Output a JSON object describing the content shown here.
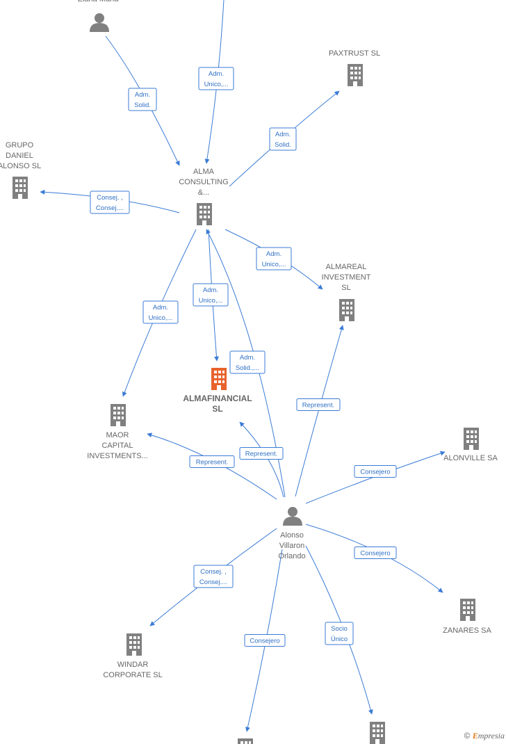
{
  "nodes": [
    {
      "id": "eiana",
      "type": "person",
      "label": [
        "Eiana Maria"
      ]
    },
    {
      "id": "paxtrust",
      "type": "company",
      "label": [
        "PAXTRUST  SL"
      ]
    },
    {
      "id": "grupo",
      "type": "company",
      "label": [
        "GRUPO",
        "DANIEL",
        "ALONSO SL"
      ]
    },
    {
      "id": "alma",
      "type": "company",
      "label": [
        "ALMA",
        "CONSULTING",
        "&..."
      ]
    },
    {
      "id": "almareal",
      "type": "company",
      "label": [
        "ALMAREAL",
        "INVESTMENT",
        "SL"
      ]
    },
    {
      "id": "almafinancial",
      "type": "company",
      "main": true,
      "label": [
        "ALMAFINANCIAL",
        "SL"
      ]
    },
    {
      "id": "maor",
      "type": "company",
      "label": [
        "MAOR",
        "CAPITAL",
        "INVESTMENTS..."
      ]
    },
    {
      "id": "alonville",
      "type": "company",
      "label": [
        "ALONVILLE SA"
      ]
    },
    {
      "id": "alonso",
      "type": "person",
      "label": [
        "Alonso",
        "Villaron",
        "Orlando"
      ]
    },
    {
      "id": "zanares",
      "type": "company",
      "label": [
        "ZANARES SA"
      ]
    },
    {
      "id": "windar",
      "type": "company",
      "label": [
        "WINDAR",
        "CORPORATE  SL"
      ]
    },
    {
      "id": "bottom1",
      "type": "company",
      "label": []
    },
    {
      "id": "bottom2",
      "type": "company",
      "label": []
    }
  ],
  "edges": [
    {
      "label": [
        "Adm.",
        "Solid."
      ]
    },
    {
      "label": [
        "Adm.",
        "Unico,..."
      ]
    },
    {
      "label": [
        "Adm.",
        "Solid."
      ]
    },
    {
      "label": [
        "Consej. ,",
        "Consej...."
      ]
    },
    {
      "label": [
        "Adm.",
        "Unico,..."
      ]
    },
    {
      "label": [
        "Adm.",
        "Unico,..."
      ]
    },
    {
      "label": [
        "Adm.",
        "Unico,..."
      ]
    },
    {
      "label": [
        "Adm.",
        "Solid.,..."
      ]
    },
    {
      "label": [
        "Represent."
      ]
    },
    {
      "label": [
        "Represent."
      ]
    },
    {
      "label": [
        "Represent."
      ]
    },
    {
      "label": [
        "Consejero"
      ]
    },
    {
      "label": [
        "Consejero"
      ]
    },
    {
      "label": [
        "Consej. ,",
        "Consej...."
      ]
    },
    {
      "label": [
        "Consejero"
      ]
    },
    {
      "label": [
        "Socio",
        "Único"
      ]
    }
  ],
  "colors": {
    "edge": "#3a7bd5",
    "building": "#808080",
    "main_building": "#e8622c",
    "person": "#808080"
  },
  "credit": {
    "symbol": "©",
    "brand_first": "E",
    "brand_rest": "mpresia"
  }
}
